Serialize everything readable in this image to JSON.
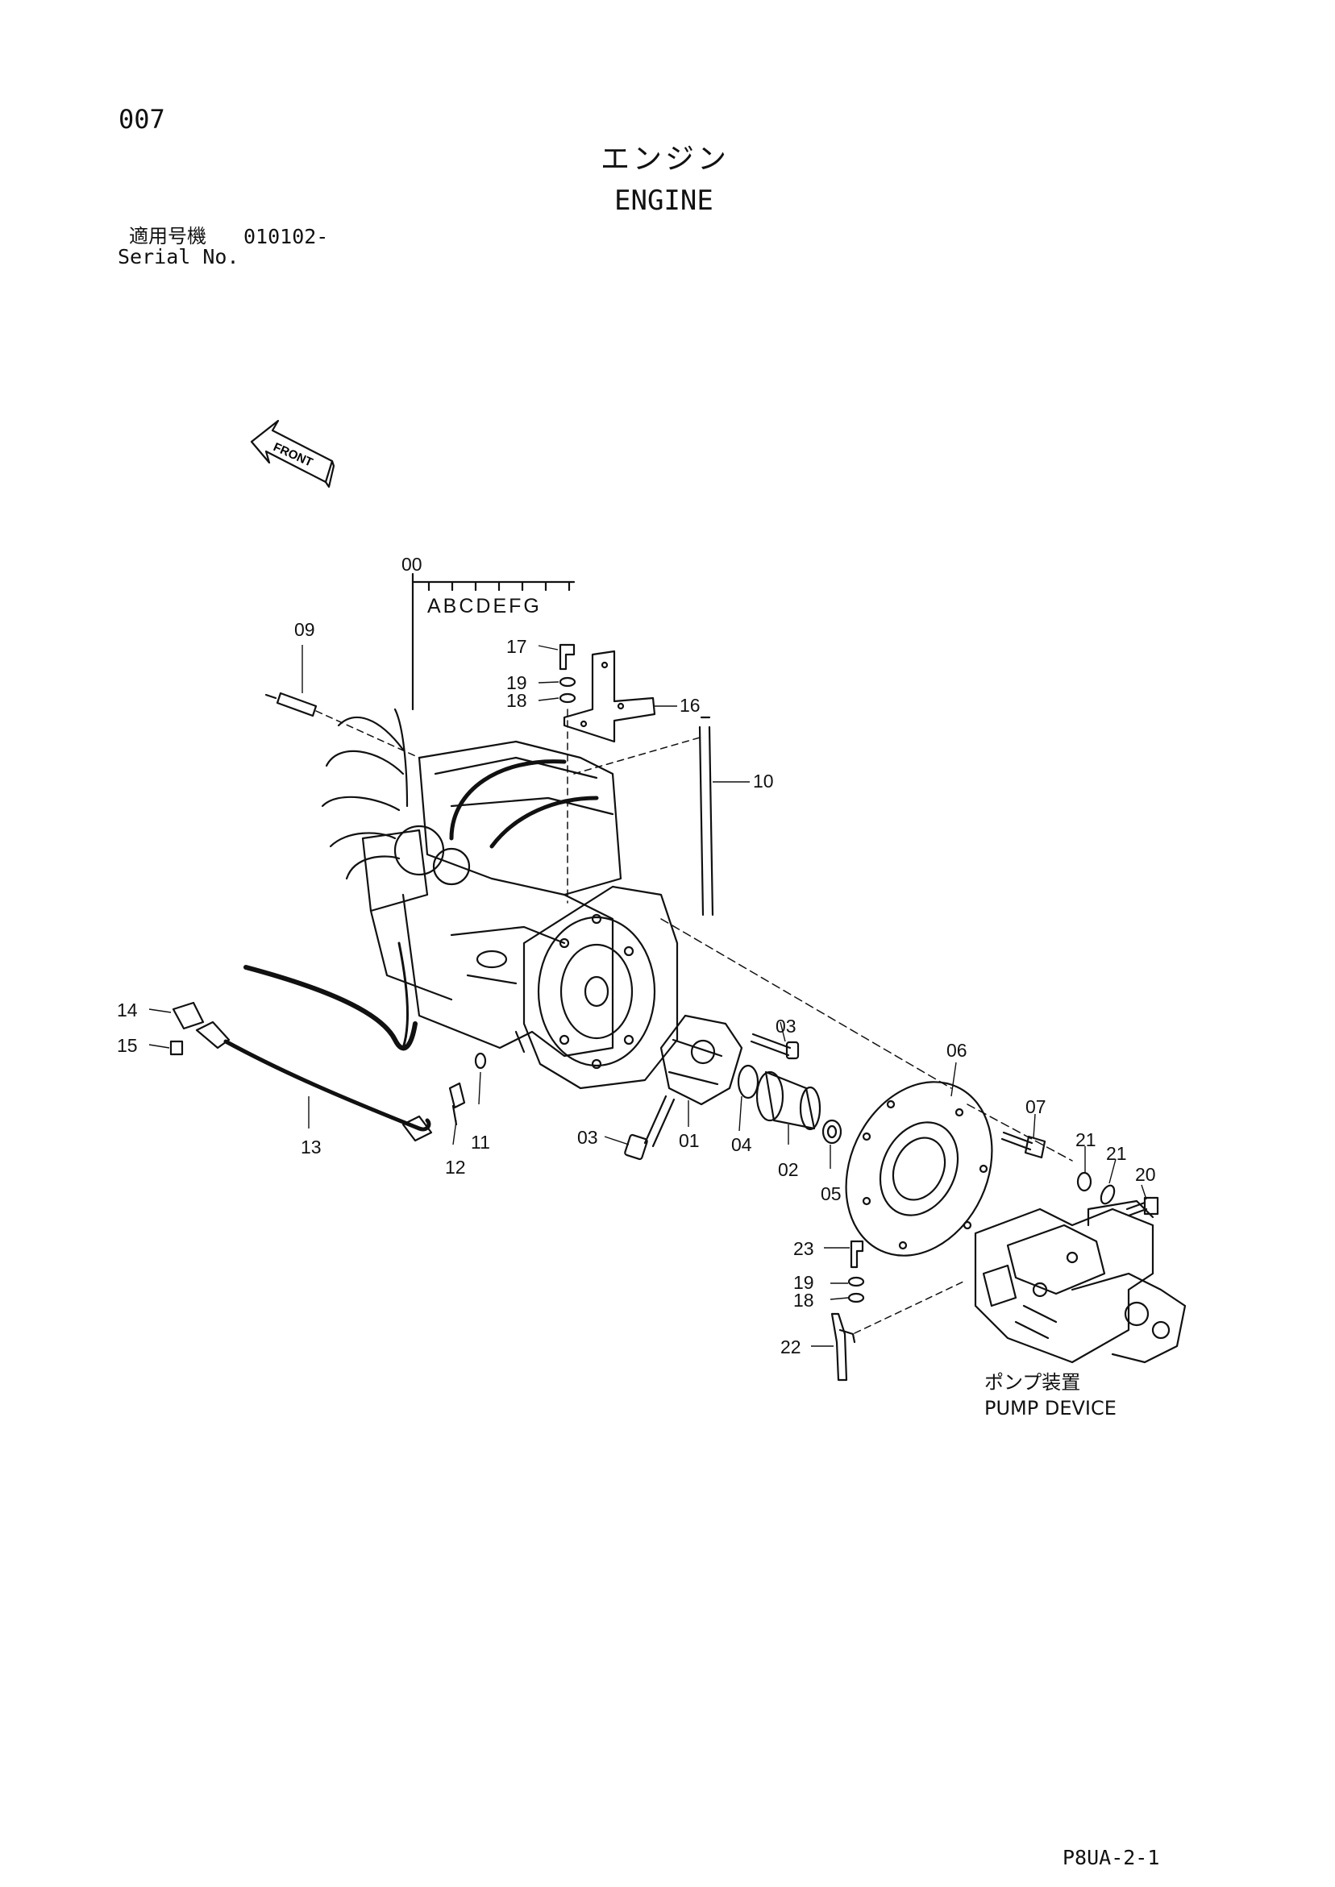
{
  "header": {
    "page_number": "007",
    "title_jp": "エンジン",
    "title_en": "ENGINE",
    "serial_label_jp": "適用号機",
    "serial_value": "010102-",
    "serial_label_en": "Serial No."
  },
  "diagram": {
    "front_label": "FRONT",
    "assembly_variants": "ABCDEFG",
    "pump_device_jp": "ポンプ装置",
    "pump_device_en": "PUMP DEVICE",
    "callouts": {
      "c00": "00",
      "c01": "01",
      "c02": "02",
      "c03a": "03",
      "c03b": "03",
      "c04": "04",
      "c05": "05",
      "c06": "06",
      "c07": "07",
      "c09": "09",
      "c10": "10",
      "c11": "11",
      "c12": "12",
      "c13": "13",
      "c14": "14",
      "c15": "15",
      "c16": "16",
      "c17": "17",
      "c18a": "18",
      "c18b": "18",
      "c19a": "19",
      "c19b": "19",
      "c20": "20",
      "c21a": "21",
      "c21b": "21",
      "c22": "22",
      "c23": "23"
    }
  },
  "footer": {
    "doc_code": "P8UA-2-1"
  }
}
